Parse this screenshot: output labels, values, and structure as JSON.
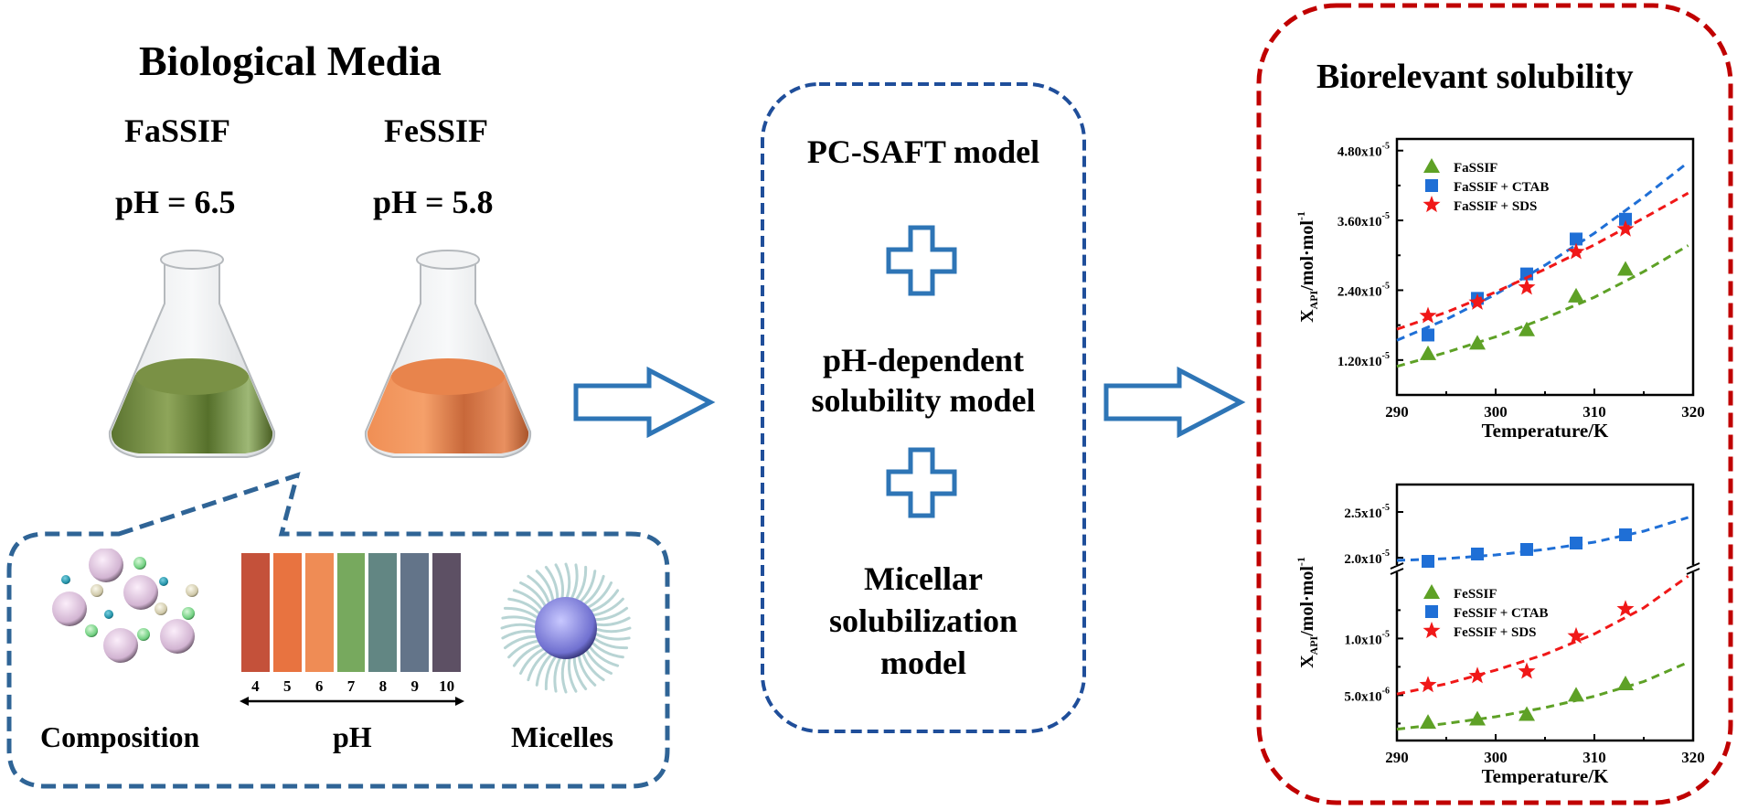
{
  "left_panel": {
    "title": "Biological  Media",
    "media": [
      {
        "name": "FaSSIF",
        "ph_label": "pH = 6.5",
        "liquid_color": "#6f8a3a"
      },
      {
        "name": "FeSSIF",
        "ph_label": "pH = 5.8",
        "liquid_color": "#e8804a"
      }
    ],
    "callout": {
      "composition_label": "Composition",
      "ph_label": "pH",
      "micelles_label": "Micelles",
      "ph_scale": [
        {
          "value": "4",
          "color": "#c4513a"
        },
        {
          "value": "5",
          "color": "#e87340"
        },
        {
          "value": "6",
          "color": "#ef8c55"
        },
        {
          "value": "7",
          "color": "#77a95e"
        },
        {
          "value": "8",
          "color": "#628683"
        },
        {
          "value": "9",
          "color": "#637489"
        },
        {
          "value": "10",
          "color": "#5d5064"
        }
      ],
      "border_color": "#2f6496"
    }
  },
  "middle_panel": {
    "items": [
      "PC-SAFT model",
      "pH-dependent solubility model",
      "Micellar solubilization model"
    ],
    "item_lines": [
      [
        "PC-SAFT model"
      ],
      [
        "pH-dependent",
        "solubility model"
      ],
      [
        "Micellar",
        "solubilization",
        "model"
      ]
    ],
    "border_color": "#1f4e9a",
    "plus_color": "#2e75b6"
  },
  "arrows": {
    "color": "#2e75b6"
  },
  "right_panel": {
    "title": "Biorelevant solubility",
    "border_color": "#c00000"
  },
  "chart_data": [
    {
      "type": "scatter",
      "title": "",
      "xlabel": "Temperature/K",
      "ylabel": "X_API/mol·mol⁻¹",
      "xlim": [
        290,
        320
      ],
      "ylim": [
        6e-06,
        5e-05
      ],
      "xticks": [
        290,
        300,
        310,
        320
      ],
      "yticks": [
        1.2e-05,
        2.4e-05,
        3.6e-05,
        4.8e-05
      ],
      "ytick_labels": [
        "1.20x10",
        "2.40x10",
        "3.60x10",
        "4.80x10"
      ],
      "ytick_exponents": [
        "-5",
        "-5",
        "-5",
        "-5"
      ],
      "legend_position": "top-left",
      "x": [
        293.15,
        298.15,
        303.15,
        308.15,
        313.15
      ],
      "series": [
        {
          "name": "FaSSIF",
          "marker": "triangle",
          "color": "#5ea126",
          "values": [
            1.31e-05,
            1.49e-05,
            1.72e-05,
            2.3e-05,
            2.76e-05
          ],
          "fit": {
            "x": [
              290,
              295,
              300,
              305,
              310,
              315,
              319.5
            ],
            "y": [
              1.09e-05,
              1.33e-05,
              1.6e-05,
              1.92e-05,
              2.28e-05,
              2.72e-05,
              3.17e-05
            ]
          }
        },
        {
          "name": "FaSSIF + CTAB",
          "marker": "square",
          "color": "#1f6fd6",
          "values": [
            1.63e-05,
            2.26e-05,
            2.68e-05,
            3.28e-05,
            3.62e-05
          ],
          "fit": {
            "x": [
              290,
              295,
              300,
              305,
              310,
              315,
              319.5
            ],
            "y": [
              1.54e-05,
              1.9e-05,
              2.33e-05,
              2.83e-05,
              3.38e-05,
              4e-05,
              4.6e-05
            ]
          }
        },
        {
          "name": "FaSSIF + SDS",
          "marker": "star",
          "color": "#f01818",
          "values": [
            1.96e-05,
            2.19e-05,
            2.45e-05,
            3.06e-05,
            3.45e-05
          ],
          "fit": {
            "x": [
              290,
              295,
              300,
              305,
              310,
              315,
              319.5
            ],
            "y": [
              1.73e-05,
              2.02e-05,
              2.37e-05,
              2.76e-05,
              3.18e-05,
              3.64e-05,
              4.07e-05
            ]
          }
        }
      ]
    },
    {
      "type": "scatter",
      "title": "",
      "xlabel": "Temperature/K",
      "ylabel": "X_API/mol·mol⁻¹",
      "xlim": [
        290,
        320
      ],
      "axis_break": true,
      "ylim_lower": [
        1e-06,
        1.6e-05
      ],
      "ylim_upper": [
        1.9e-05,
        2.8e-05
      ],
      "xticks": [
        290,
        300,
        310,
        320
      ],
      "yticks_lower": [
        5e-06,
        1e-05
      ],
      "ytick_labels_lower": [
        "5.0x10",
        "1.0x10"
      ],
      "ytick_exponents_lower": [
        "-6",
        "-5"
      ],
      "yticks_upper": [
        2e-05,
        2.5e-05
      ],
      "ytick_labels_upper": [
        "2.0x10",
        "2.5x10"
      ],
      "ytick_exponents_upper": [
        "-5",
        "-5"
      ],
      "legend_position": "center-left",
      "x": [
        293.15,
        298.15,
        303.15,
        308.15,
        313.15
      ],
      "series": [
        {
          "name": "FeSSIF",
          "marker": "triangle",
          "color": "#5ea126",
          "segment": "lower",
          "values": [
            2.6e-06,
            2.9e-06,
            3.3e-06,
            5e-06,
            6e-06
          ],
          "fit": {
            "x": [
              290,
              295,
              300,
              305,
              310,
              315,
              319.5
            ],
            "y": [
              2e-06,
              2.5e-06,
              3.1e-06,
              3.9e-06,
              4.9e-06,
              6.2e-06,
              7.9e-06
            ]
          }
        },
        {
          "name": "FeSSIF + CTAB",
          "marker": "square",
          "color": "#1f6fd6",
          "segment": "upper",
          "values": [
            1.96e-05,
            2.04e-05,
            2.09e-05,
            2.16e-05,
            2.25e-05
          ],
          "fit": {
            "x": [
              290,
              295,
              300,
              305,
              310,
              315,
              319.5
            ],
            "y": [
              1.97e-05,
              1.99e-05,
              2.03e-05,
              2.09e-05,
              2.17e-05,
              2.29e-05,
              2.44e-05
            ]
          }
        },
        {
          "name": "FeSSIF + SDS",
          "marker": "star",
          "color": "#f01818",
          "segment": "lower",
          "values": [
            5.9e-06,
            6.7e-06,
            7.1e-06,
            1.02e-05,
            1.26e-05
          ],
          "fit": {
            "x": [
              290,
              295,
              300,
              305,
              310,
              315,
              319.5
            ],
            "y": [
              5.1e-06,
              6e-06,
              7.2e-06,
              8.6e-06,
              1.04e-05,
              1.27e-05,
              1.55e-05
            ]
          }
        }
      ]
    }
  ]
}
